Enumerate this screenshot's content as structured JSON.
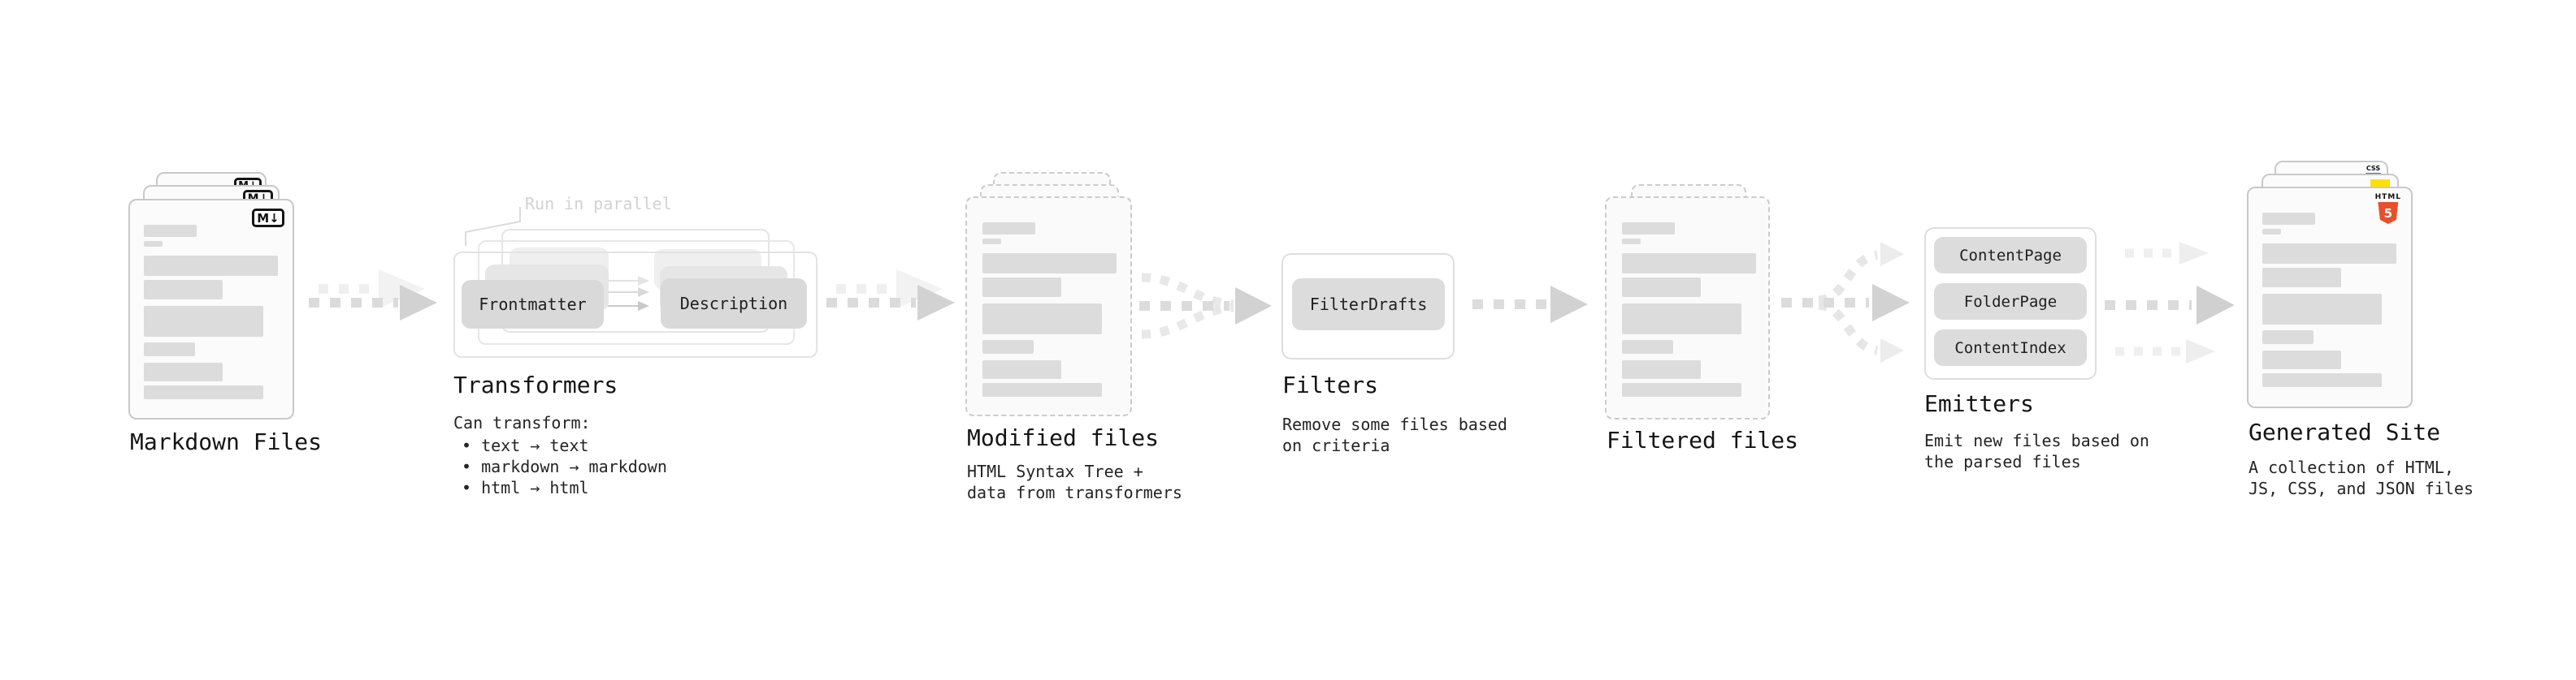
{
  "pipeline": {
    "markdown_files": {
      "label": "Markdown Files",
      "badge": "M↓"
    },
    "transformers": {
      "label": "Transformers",
      "callout": "Run in parallel",
      "box_left": "Frontmatter",
      "box_right": "Description",
      "note_title": "Can transform:",
      "notes": [
        "• text → text",
        "• markdown → markdown",
        "• html → html"
      ]
    },
    "modified_files": {
      "label": "Modified files",
      "subtitle": [
        "HTML Syntax Tree +",
        "data from transformers"
      ]
    },
    "filters": {
      "label": "Filters",
      "box": "FilterDrafts",
      "subtitle": [
        "Remove some files based",
        "on criteria"
      ]
    },
    "filtered_files": {
      "label": "Filtered files"
    },
    "emitters": {
      "label": "Emitters",
      "boxes": [
        "ContentPage",
        "FolderPage",
        "ContentIndex"
      ],
      "subtitle": [
        "Emit new files based on",
        "the parsed files"
      ]
    },
    "generated_site": {
      "label": "Generated Site",
      "subtitle": [
        "A collection of HTML,",
        "JS, CSS, and JSON files"
      ],
      "badge_css": "CSS",
      "badge_html_word": "HTML",
      "badge_html_number": "5"
    }
  },
  "colors": {
    "js_yellow": "#FFE000",
    "css_blue": "#2D6FE3",
    "html_orange": "#E8502B"
  }
}
